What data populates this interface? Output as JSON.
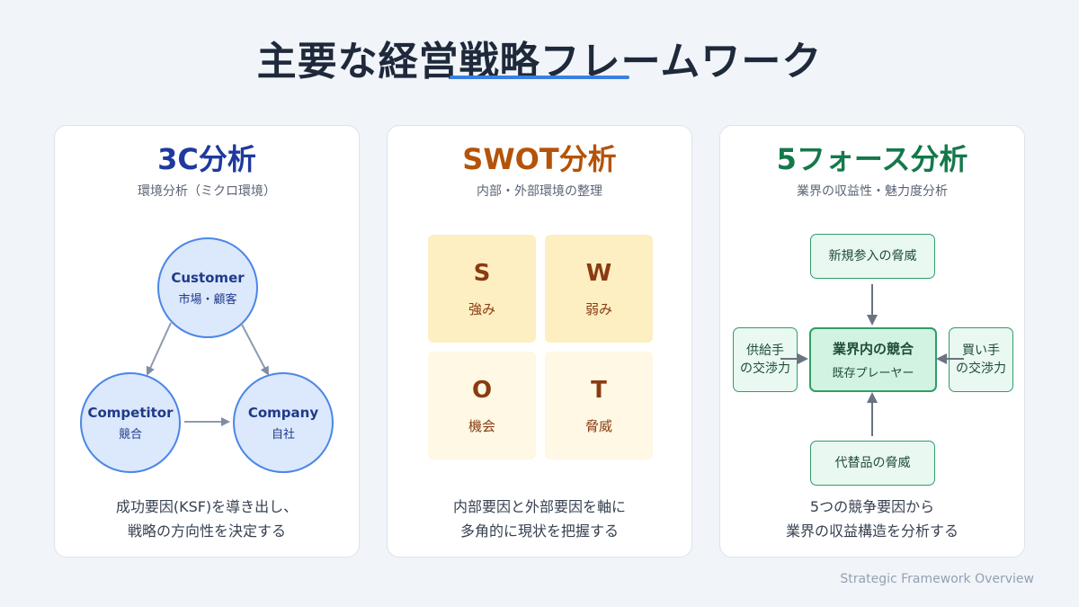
{
  "page": {
    "title": "主要な経営戦略フレームワーク",
    "caption": "Strategic Framework Overview",
    "accent": "#3b7fe0"
  },
  "frameworks": [
    {
      "title": "3C分析",
      "title_color": "#1e3a9e",
      "subtitle": "環境分析（ミクロ環境）",
      "nodes": [
        {
          "name": "Customer",
          "sub": "市場・顧客"
        },
        {
          "name": "Competitor",
          "sub": "競合"
        },
        {
          "name": "Company",
          "sub": "自社"
        }
      ],
      "description": [
        "成功要因(KSF)を導き出し、",
        "戦略の方向性を決定する"
      ]
    },
    {
      "title": "SWOT分析",
      "title_color": "#b45309",
      "subtitle": "内部・外部環境の整理",
      "cells": [
        {
          "letter": "S",
          "label": "強み"
        },
        {
          "letter": "W",
          "label": "弱み"
        },
        {
          "letter": "O",
          "label": "機会"
        },
        {
          "letter": "T",
          "label": "脅威"
        }
      ],
      "description": [
        "内部要因と外部要因を軸に",
        "多角的に現状を把握する"
      ]
    },
    {
      "title": "5フォース分析",
      "title_color": "#15784a",
      "subtitle": "業界の収益性・魅力度分析",
      "forces": {
        "top": "新規参入の脅威",
        "left_line1": "供給手",
        "left_line2": "の交渉力",
        "center_title": "業界内の競合",
        "center_sub": "既存プレーヤー",
        "right_line1": "買い手",
        "right_line2": "の交渉力",
        "bottom": "代替品の脅威"
      },
      "description": [
        "5つの競争要因から",
        "業界の収益構造を分析する"
      ]
    }
  ]
}
